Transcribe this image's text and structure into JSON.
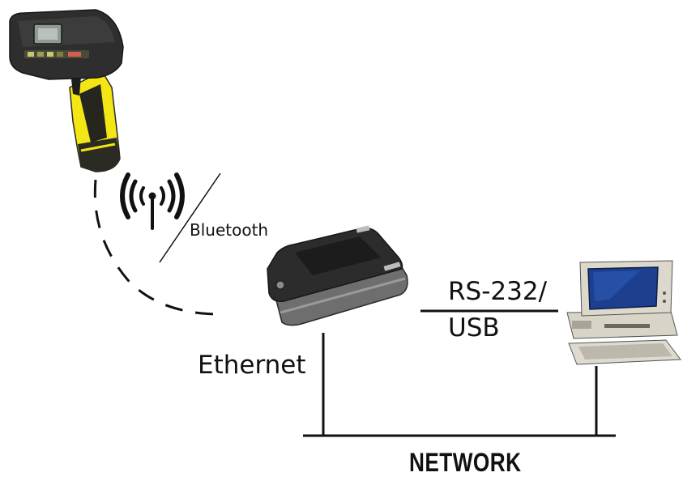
{
  "labels": {
    "bluetooth": "Bluetooth",
    "ethernet": "Ethernet",
    "serial_line1": "RS-232/",
    "serial_line2": "USB",
    "network": "NETWORK"
  },
  "colors": {
    "scanner_body": "#2a2a2a",
    "scanner_yellow": "#f2e614",
    "line": "#111111",
    "monitor_beige": "#dcd8cc",
    "screen_blue": "#1c3f8f"
  },
  "icons": {
    "scanner": "handheld-barcode-scanner-icon",
    "wireless": "wireless-antenna-icon",
    "base_station": "scanner-base-station-icon",
    "computer": "desktop-computer-icon"
  }
}
